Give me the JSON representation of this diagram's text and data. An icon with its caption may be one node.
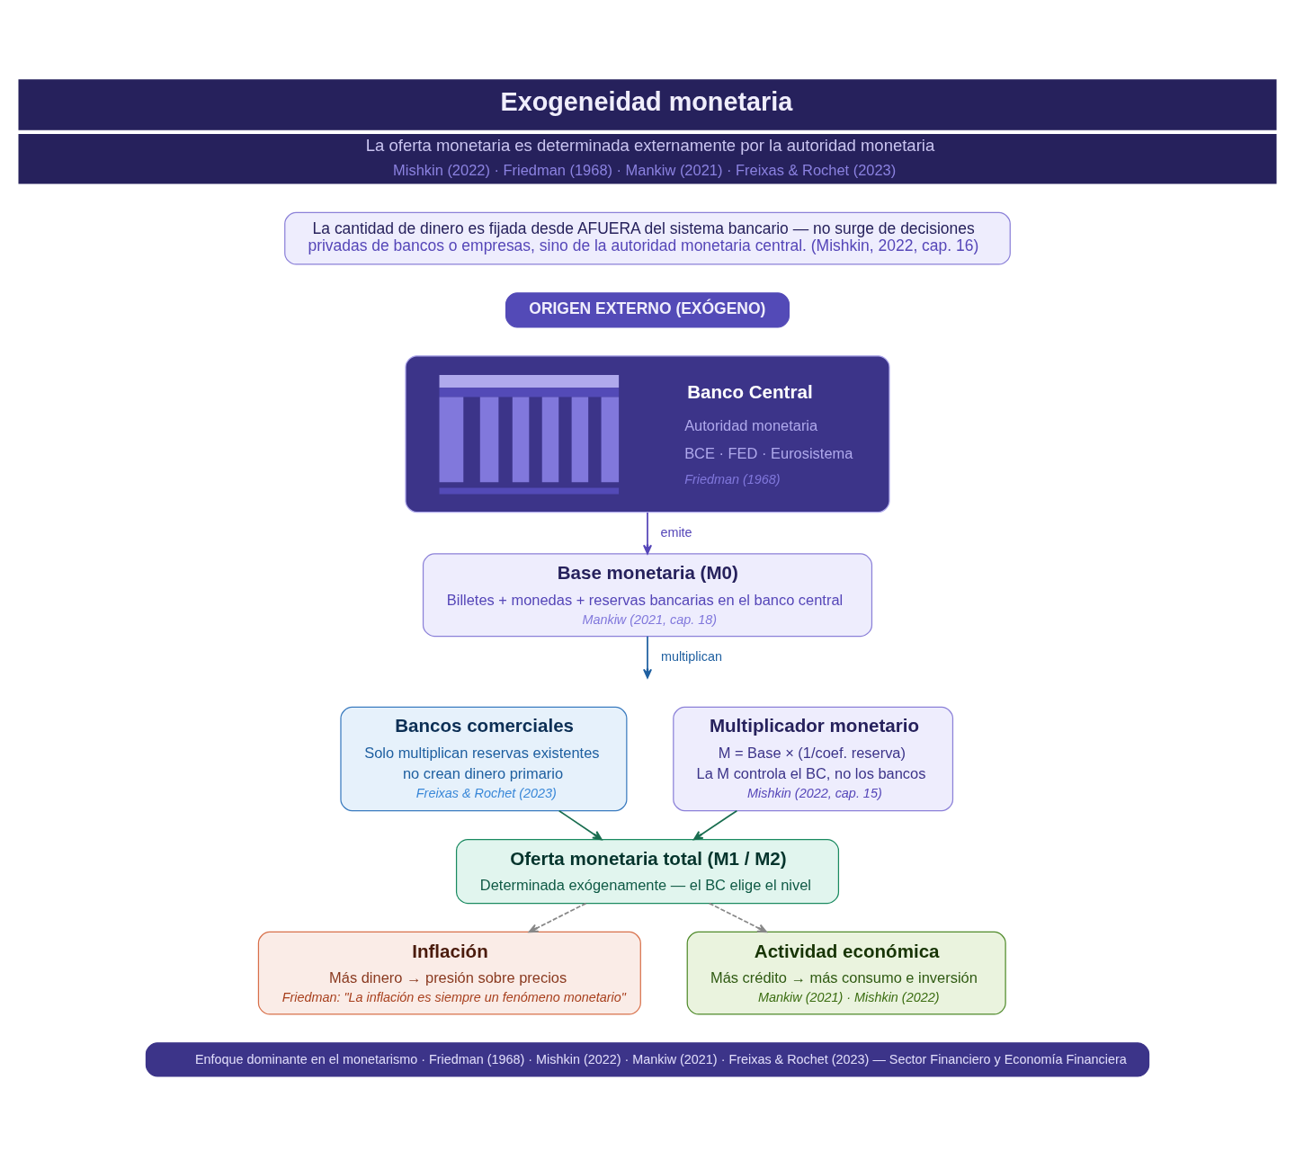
{
  "diagram": {
    "title": "Exogeneidad monetaria",
    "nodes": [
      {
        "text": [
          "La cantidad de dinero es fijada desde AFUERA del sistema bancario — no surge de decisiones privadas de bancos o empresas, sino de la autoridad monetaria central. (Mishkin, 2022, cap. 16)"
        ]
      },
      {
        "text": [
          "ORIGEN EXTERNO (EXÓGENO)"
        ]
      },
      {
        "text": [
          "Banco Central",
          "Autoridad monetaria",
          "BCE · FED · Eurosistema",
          "Friedman (1968)"
        ]
      },
      {
        "text": [
          "Base monetaria (M0)",
          "Billetes + monedas + reservas bancarias en el banco central",
          "Mankiw (2021, cap. 18)"
        ]
      },
      {
        "text": [
          "Bancos comerciales",
          "Solo multiplican reservas existentes",
          "no crean dinero primario",
          "Freixas & Rochet (2023)"
        ]
      },
      {
        "text": [
          "Multiplicador monetario",
          "M = Base × (1/coef. reserva)",
          "La M controla el BC, no los bancos",
          "Mishkin (2022, cap. 15)"
        ]
      },
      {
        "text": [
          "Oferta monetaria total (M1 / M2)",
          "Determinada exógenamente — el BC elige el nivel"
        ]
      },
      {
        "text": [
          "Inflación",
          "Más dinero → presión sobre precios",
          "Friedman: \"La inflación es siempre un fenómeno monetario\""
        ]
      },
      {
        "text": [
          "Actividad económica",
          "Más crédito → más consumo e inversión",
          "Mankiw (2021) · Mishkin (2022)"
        ]
      },
      {
        "text": [
          "Enfoque dominante en el monetarismo · Friedman (1968) · Mishkin (2022) · Mankiw (2021) · Freixas & Rochet (2023) — Sector Financiero y Economía Financiera"
        ]
      }
    ],
    "edges": [
      {
        "from": 2,
        "to": 3,
        "arrow": "to",
        "label": "emite",
        "color": "#5546b8"
      },
      {
        "from": 3,
        "to": null,
        "arrow": "to",
        "label": "multiplican",
        "color": "#1e5fa0"
      },
      {
        "from": 4,
        "to": 6,
        "arrow": "to",
        "color": "#1a6e50"
      },
      {
        "from": 5,
        "to": 6,
        "arrow": "to",
        "color": "#1a6e50"
      },
      {
        "from": 6,
        "to": 7,
        "arrow": "to",
        "style": "dashed",
        "color": "#888888"
      },
      {
        "from": 6,
        "to": 8,
        "arrow": "to",
        "style": "dashed",
        "color": "#888888"
      }
    ],
    "labels": [
      "La oferta monetaria es determinada externamente por la autoridad monetaria",
      "Mishkin (2022) · Friedman (1968) · Mankiw (2021) · Freixas & Rochet (2023)"
    ]
  }
}
